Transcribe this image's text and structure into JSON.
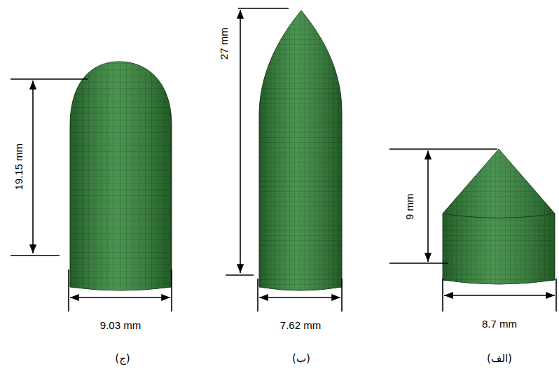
{
  "diagram": {
    "labels": [
      "19.15 mm",
      "27 mm",
      "9 mm",
      "9.03 mm",
      "7.62 mm",
      "8.7 mm",
      "(ج)",
      "(ب)",
      "(الف)"
    ]
  }
}
